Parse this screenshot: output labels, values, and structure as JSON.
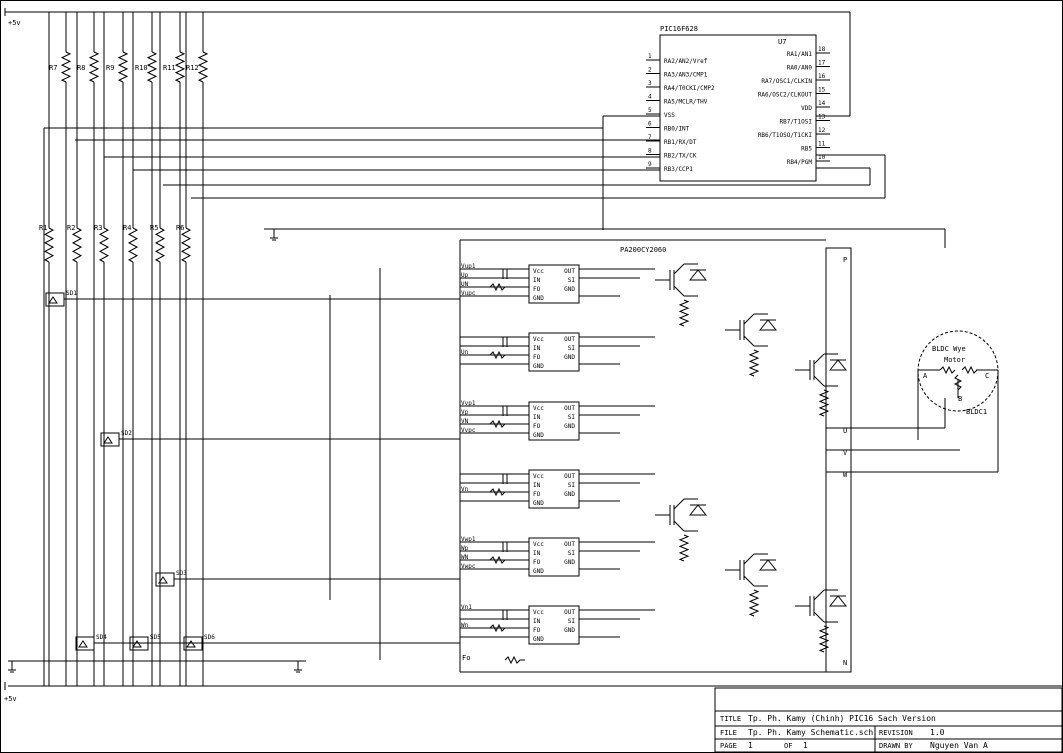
{
  "power": {
    "vcc_left": "+5v",
    "vcc_bottom": "+5v"
  },
  "resistors_top": [
    "R7",
    "R8",
    "R9",
    "R10",
    "R11",
    "R12"
  ],
  "resistors_mid": [
    "R1",
    "R2",
    "R3",
    "R4",
    "R5",
    "R6"
  ],
  "hall_sensors": [
    "SD1",
    "SD2",
    "SD3",
    "SD4",
    "SD5",
    "SD6"
  ],
  "mcu": {
    "part": "PIC16F628",
    "ref": "U7",
    "left_pins": [
      {
        "num": "1",
        "name": "RA2/AN2/Vref"
      },
      {
        "num": "2",
        "name": "RA3/AN3/CMP1"
      },
      {
        "num": "3",
        "name": "RA4/T0CKI/CMP2"
      },
      {
        "num": "4",
        "name": "RA5/MCLR/THV"
      },
      {
        "num": "5",
        "name": "VSS"
      },
      {
        "num": "6",
        "name": "RB0/INT"
      },
      {
        "num": "7",
        "name": "RB1/RX/DT"
      },
      {
        "num": "8",
        "name": "RB2/TX/CK"
      },
      {
        "num": "9",
        "name": "RB3/CCP1"
      }
    ],
    "right_pins": [
      {
        "num": "18",
        "name": "RA1/AN1"
      },
      {
        "num": "17",
        "name": "RA0/AN0"
      },
      {
        "num": "16",
        "name": "RA7/OSC1/CLKIN"
      },
      {
        "num": "15",
        "name": "RA6/OSC2/CLKOUT"
      },
      {
        "num": "14",
        "name": "VDD"
      },
      {
        "num": "13",
        "name": "RB7/T1OSI"
      },
      {
        "num": "12",
        "name": "RB6/T1OSO/T1CKI"
      },
      {
        "num": "11",
        "name": "RB5"
      },
      {
        "num": "10",
        "name": "RB4/PGM"
      }
    ]
  },
  "ipm": {
    "part": "PA200CY2060"
  },
  "drivers": [
    {
      "in_labels": [
        "Vup1",
        "Up",
        "UN",
        "Vupc"
      ]
    },
    {
      "in_labels": [
        "",
        "",
        "Un",
        ""
      ]
    },
    {
      "in_labels": [
        "Vvp1",
        "Vp",
        "VN",
        "Vvpc"
      ]
    },
    {
      "in_labels": [
        "",
        "",
        "Vn",
        ""
      ]
    },
    {
      "in_labels": [
        "Vwp1",
        "Wp",
        "WN",
        "Vwpc"
      ]
    },
    {
      "in_labels": [
        "Vn1",
        "",
        "Wn",
        ""
      ]
    }
  ],
  "driver_pins": {
    "vcc": "Vcc",
    "in": "IN",
    "fo": "FO",
    "gnd": "GND",
    "out": "OUT",
    "si": "SI",
    "gnd2": "GND"
  },
  "fo_label": "Fo",
  "ipm_terminals": {
    "p": "P",
    "u": "U",
    "v": "V",
    "w": "W",
    "n": "N"
  },
  "motor": {
    "name": "BLDC Wye",
    "sub": "Motor",
    "ref": "BLDC1",
    "a": "A",
    "b": "B",
    "c": "C"
  },
  "title_block": {
    "title_label": "TITLE",
    "title_value": "Tp. Ph. Kamy (Chinh) PIC16 Sach Version",
    "file_label": "FILE",
    "file_value": "Tp. Ph. Kamy Schematic.sch",
    "page_label": "PAGE",
    "page_value": "1",
    "of_label": "OF",
    "of_value": "1",
    "revision_label": "REVISION",
    "revision_value": "1.0",
    "drawn_label": "DRAWN BY",
    "drawn_value": "Nguyen Van A"
  }
}
